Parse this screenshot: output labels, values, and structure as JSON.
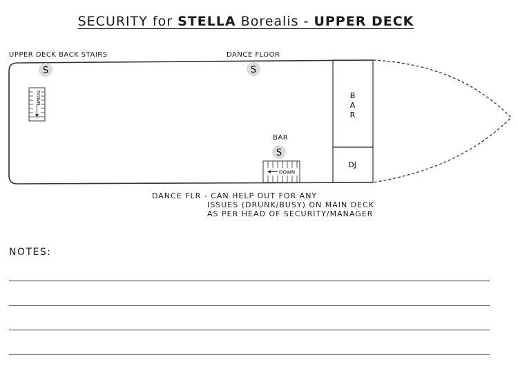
{
  "title": {
    "prefix": "SECURITY for ",
    "vessel_bold": "STELLA",
    "vessel_rest": " Borealis - ",
    "deck": "UPPER DECK"
  },
  "labels": {
    "back_stairs": "UPPER DECK BACK STAIRS",
    "dance_floor": "DANCE FLOOR",
    "bar_post": "BAR",
    "bar_room": [
      "B",
      "A",
      "R"
    ],
    "dj": "DJ",
    "stairs_down": "DOWN",
    "stairs_down_vertical": "DOWN"
  },
  "security_marker": "S",
  "dance_note": [
    "DANCE FLR - CAN HELP OUT FOR ANY",
    "ISSUES (DRUNK/BUSY) ON MAIN DECK",
    "AS PER HEAD OF SECURITY/MANAGER"
  ],
  "notes_heading": "NOTES:"
}
